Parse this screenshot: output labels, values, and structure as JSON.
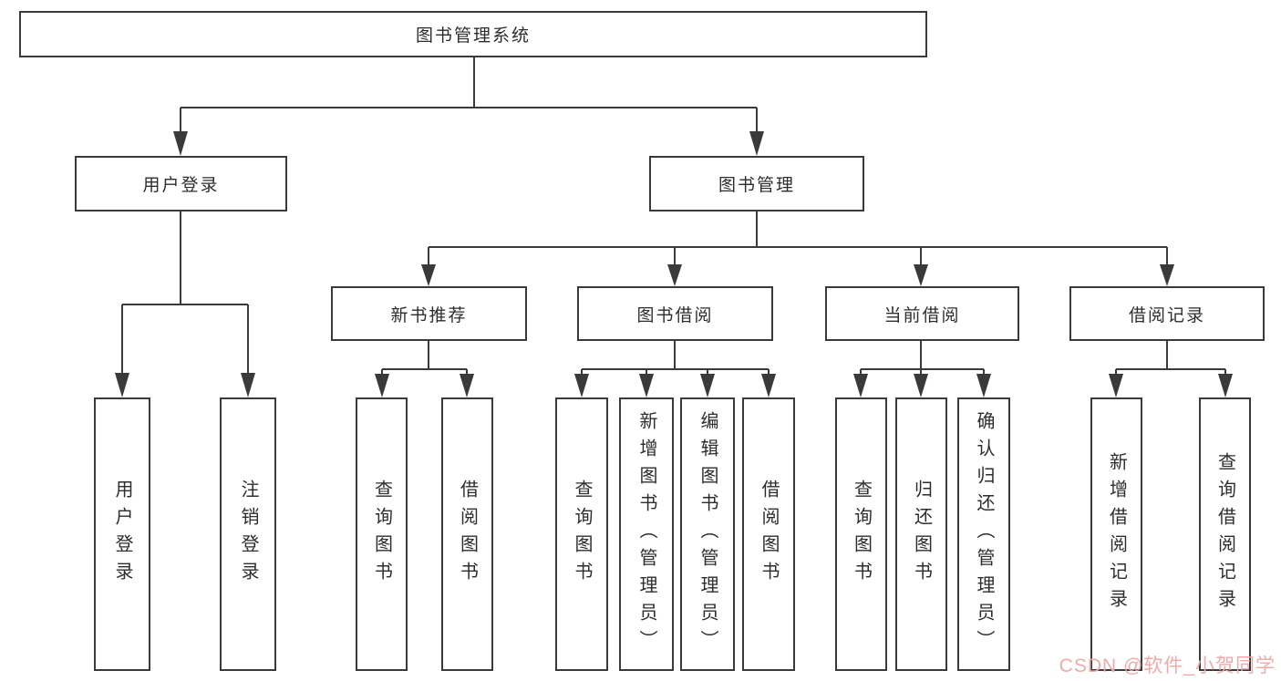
{
  "hierarchy": {
    "label": "图书管理系统",
    "children": [
      {
        "label": "用户登录",
        "children": [
          {
            "label": "用户登录"
          },
          {
            "label": "注销登录"
          }
        ]
      },
      {
        "label": "图书管理",
        "children": [
          {
            "label": "新书推荐",
            "children": [
              {
                "label": "查询图书"
              },
              {
                "label": "借阅图书"
              }
            ]
          },
          {
            "label": "图书借阅",
            "children": [
              {
                "label": "查询图书"
              },
              {
                "label": "新增图书（管理员）"
              },
              {
                "label": "编辑图书（管理员）"
              },
              {
                "label": "借阅图书"
              }
            ]
          },
          {
            "label": "当前借阅",
            "children": [
              {
                "label": "查询图书"
              },
              {
                "label": "归还图书"
              },
              {
                "label": "确认归还（管理员）"
              }
            ]
          },
          {
            "label": "借阅记录",
            "children": [
              {
                "label": "新增借阅记录"
              },
              {
                "label": "查询借阅记录"
              }
            ]
          }
        ]
      }
    ]
  },
  "watermark": {
    "text": "CSDN @软件_小贺同学",
    "color": "#f0a4a4"
  },
  "colors": {
    "line": "#3a3a3a",
    "box_border": "#3a3a3a",
    "text": "#2d2d2d",
    "background": "#ffffff"
  }
}
